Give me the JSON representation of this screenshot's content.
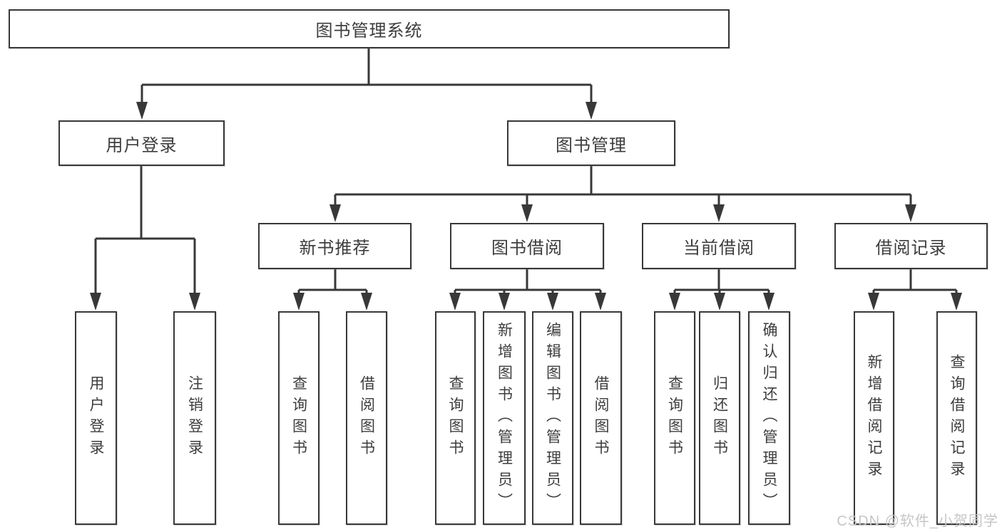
{
  "diagram_title": "图书管理系统",
  "nodes": {
    "root": {
      "label": "图书管理系统"
    },
    "user_login": {
      "label": "用户登录"
    },
    "book_mgmt": {
      "label": "图书管理"
    },
    "new_book_rec": {
      "label": "新书推荐"
    },
    "book_borrow": {
      "label": "图书借阅"
    },
    "current_borrow": {
      "label": "当前借阅"
    },
    "borrow_record": {
      "label": "借阅记录"
    },
    "leaf_user_login": {
      "label": "用户登录"
    },
    "leaf_logout": {
      "label": "注销登录"
    },
    "leaf_query_book_new": {
      "label": "查询图书"
    },
    "leaf_borrow_book_new": {
      "label": "借阅图书"
    },
    "leaf_query_book_borrow": {
      "label": "查询图书"
    },
    "leaf_add_book": {
      "label": "新增图书（管理员）"
    },
    "leaf_edit_book": {
      "label": "编辑图书（管理员）"
    },
    "leaf_borrow_book_borrow": {
      "label": "借阅图书"
    },
    "leaf_query_book_current": {
      "label": "查询图书"
    },
    "leaf_return_book": {
      "label": "归还图书"
    },
    "leaf_confirm_return": {
      "label": "确认归还（管理员）"
    },
    "leaf_add_borrow_record": {
      "label": "新增借阅记录"
    },
    "leaf_query_borrow_record": {
      "label": "查询借阅记录"
    }
  },
  "hierarchy": {
    "图书管理系统": {
      "用户登录": [
        "用户登录",
        "注销登录"
      ],
      "图书管理": {
        "新书推荐": [
          "查询图书",
          "借阅图书"
        ],
        "图书借阅": [
          "查询图书",
          "新增图书（管理员）",
          "编辑图书（管理员）",
          "借阅图书"
        ],
        "当前借阅": [
          "查询图书",
          "归还图书",
          "确认归还（管理员）"
        ],
        "借阅记录": [
          "新增借阅记录",
          "查询借阅记录"
        ]
      }
    }
  },
  "watermark": {
    "text": "CSDN @软件_小贺同学",
    "color": "#c6c6c6"
  },
  "colors": {
    "line": "#383838",
    "box_border": "#383838",
    "text": "#3d3d3d",
    "box_background": "#ffffff",
    "page_background": "#ffffff"
  }
}
